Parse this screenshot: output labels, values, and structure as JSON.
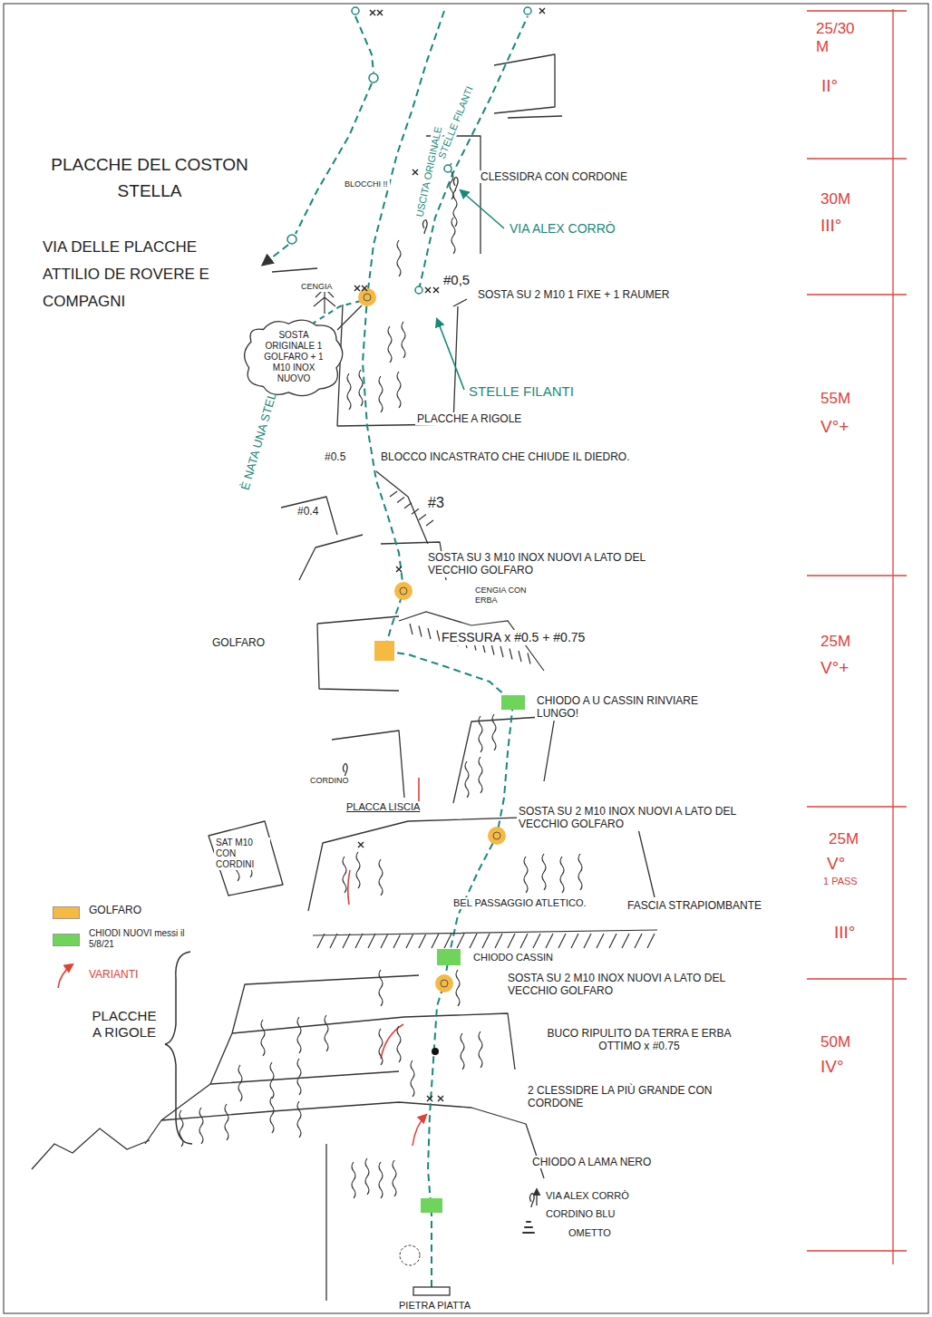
{
  "diagram": {
    "title": "PLACCHE DEL COSTON STELLA",
    "nodes": [
      {
        "text": [
          "SOSTA ORIGINALE 1 GOLFARO + 1 M10 INOX NUOVO"
        ]
      }
    ],
    "labels": [
      "VIA DELLE PLACCHE ATTILIO DE ROVERE E COMPAGNI",
      "BLOCCHI !!",
      "CENGIA",
      "CLESSIDRA CON CORDONE",
      "VIA ALEX CORRÒ",
      "USCITA ORIGINALE",
      "STELLE FILANTI",
      "#0,5",
      "SOSTA SU 2 M10 1 FIXE + 1 RAUMER",
      "STELLE FILANTI",
      "È NATA UNA STELLA",
      "PLACCHE A RIGOLE",
      "#0.5",
      "BLOCCO INCASTRATO CHE CHIUDE IL DIEDRO.",
      "#0.4",
      "#3",
      "SOSTA SU 3 M10 INOX NUOVI A LATO DEL VECCHIO GOLFARO",
      "CENGIA CON ERBA",
      "GOLFARO",
      "FESSURA x #0.5 + #0.75",
      "CHIODO A U CASSIN RINVIARE LUNGO!",
      "CORDINO",
      "PLACCA LISCIA",
      "SOSTA SU 2 M10 INOX NUOVI A LATO DEL VECCHIO GOLFARO",
      "SAT M10 CON CORDINI",
      "BEL PASSAGGIO ATLETICO.",
      "FASCIA STRAPIOMBANTE",
      "CHIODO CASSIN",
      "SOSTA SU 2 M10 INOX NUOVI A LATO DEL VECCHIO GOLFARO",
      "PLACCHE A RIGOLE",
      "BUCO RIPULITO DA TERRA E ERBA OTTIMO x #0.75",
      "2 CLESSIDRE LA PIÙ GRANDE CON CORDONE",
      "CHIODO A LAMA NERO",
      "VIA ALEX CORRÒ",
      "CORDINO BLU",
      "OMETTO",
      "PIETRA PIATTA",
      "25/30 M",
      "II°",
      "30M",
      "III°",
      "55M",
      "V°+",
      "25M",
      "V°+",
      "25M",
      "V°",
      "1 PASS",
      "III°",
      "50M",
      "IV°"
    ],
    "legend": [
      {
        "text": "GOLFARO",
        "color": "#f6b942"
      },
      {
        "text": "CHIODI NUOVI messi il 5/8/21",
        "color": "#6fd45a"
      },
      {
        "text": "VARIANTI"
      }
    ]
  }
}
